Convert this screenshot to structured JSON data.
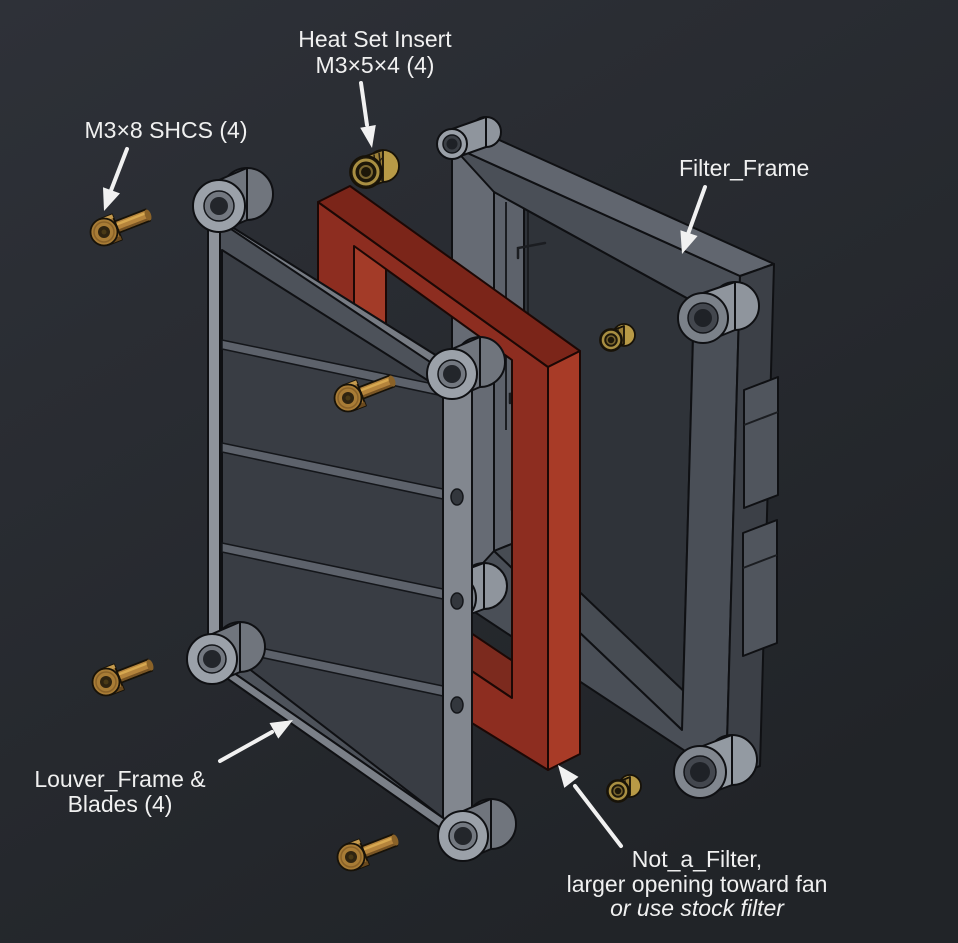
{
  "view": {
    "type": "exploded assembly render"
  },
  "callouts": {
    "heat_set_insert": {
      "line1": "Heat Set Insert",
      "line2": "M3×5×4 (4)"
    },
    "shcs": {
      "text": "M3×8 SHCS (4)"
    },
    "filter_frame": {
      "text": "Filter_Frame"
    },
    "louver_frame": {
      "line1": "Louver_Frame &",
      "line2": "Blades (4)"
    },
    "not_a_filter": {
      "line1": "Not_a_Filter,",
      "line2": "larger opening toward fan",
      "line3": "or use stock filter"
    }
  },
  "palette": {
    "background_top": "#2e3138",
    "background_bottom": "#212428",
    "text": "#f0f0f0",
    "arrow": "#f1f1f1",
    "note_green": "#14d414",
    "part_gray_light": "#9ba1a9",
    "part_gray_mid": "#575c64",
    "part_gray_dark": "#393d44",
    "not_a_filter_red": "#8d2d20",
    "not_a_filter_red_bright": "#a83b27",
    "brass": "#b5843c",
    "outline": "#0f1013"
  }
}
